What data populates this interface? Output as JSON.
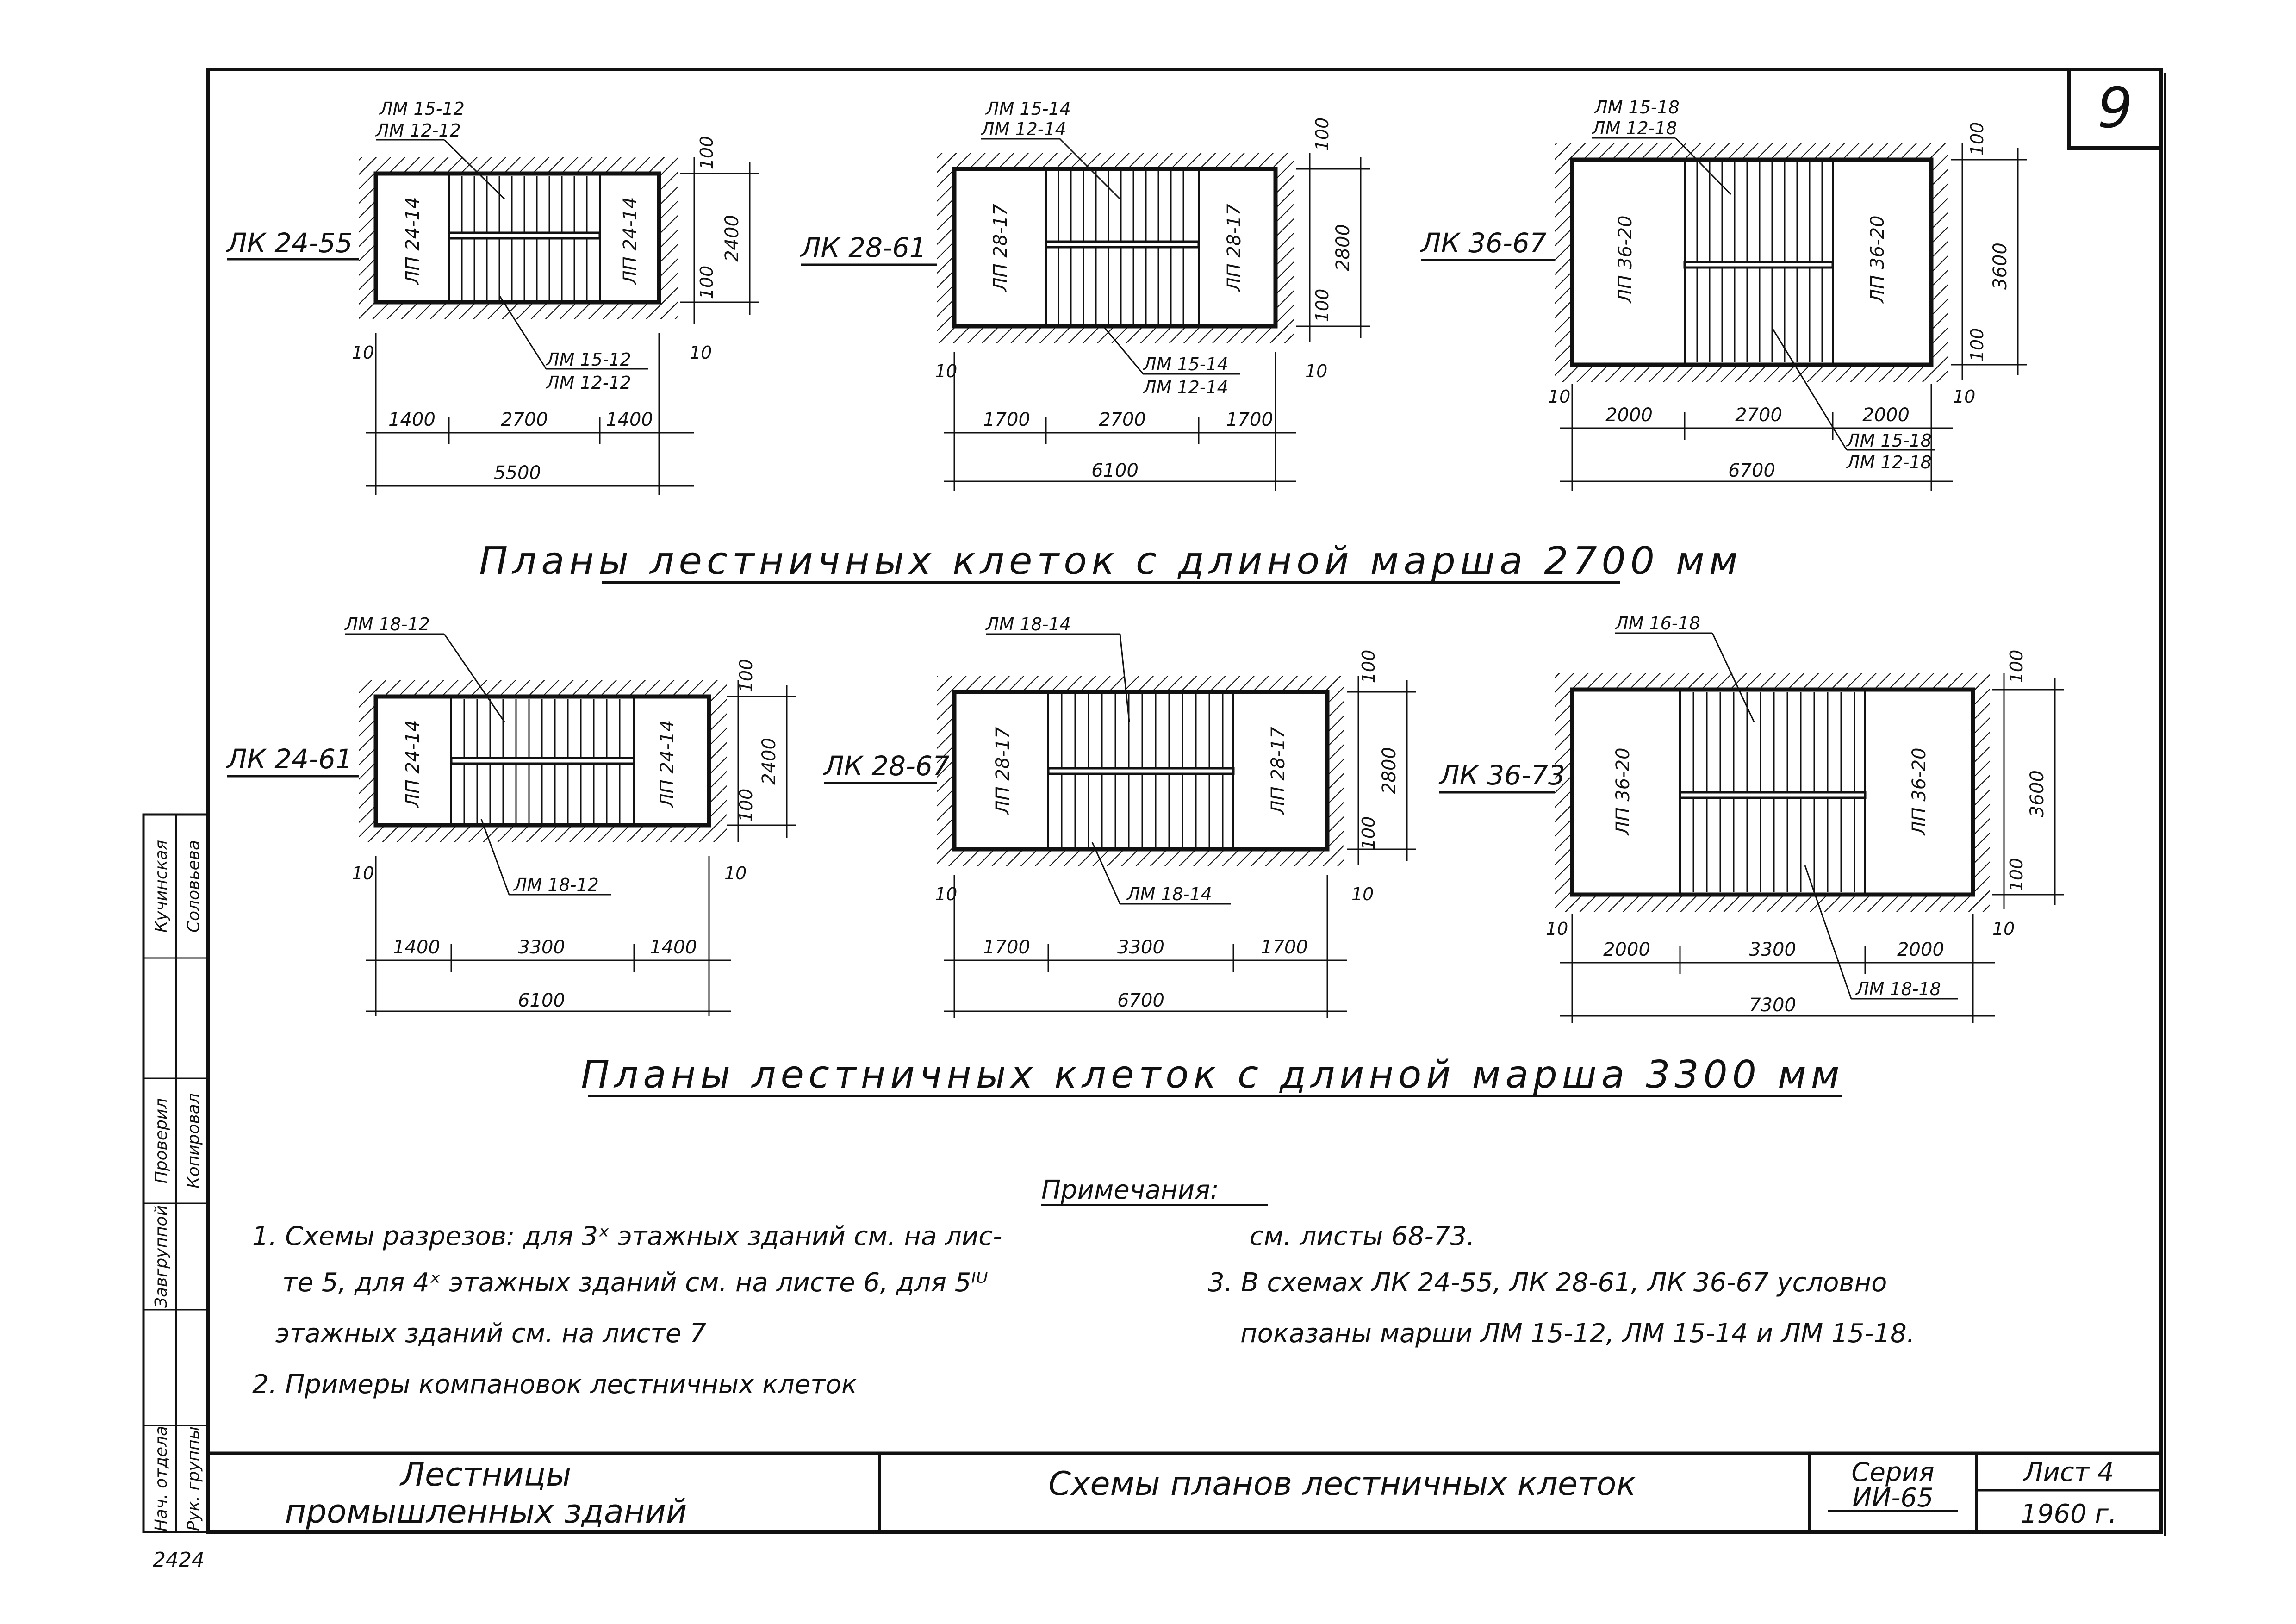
{
  "sheet_number": "9",
  "row1": {
    "title": "Планы лестничных клеток с длиной марша 2700 мм",
    "plans": [
      {
        "name": "ЛК 24-55",
        "top_marsh": [
          "ЛМ 15-12",
          "ЛМ 12-12"
        ],
        "bottom_marsh": [
          "ЛМ 15-12",
          "ЛМ 12-12"
        ],
        "landing_left": "ЛП 24-14",
        "landing_right": "ЛП 24-14",
        "height": "2400",
        "offset_top": "100",
        "offset_bottom": "100",
        "offset_left": "10",
        "offset_right": "10",
        "segments": [
          "1400",
          "2700",
          "1400"
        ],
        "total": "5500"
      },
      {
        "name": "ЛК 28-61",
        "top_marsh": [
          "ЛМ 15-14",
          "ЛМ 12-14"
        ],
        "bottom_marsh": [
          "ЛМ 15-14",
          "ЛМ 12-14"
        ],
        "landing_left": "ЛП 28-17",
        "landing_right": "ЛП 28-17",
        "height": "2800",
        "offset_top": "100",
        "offset_bottom": "100",
        "offset_left": "10",
        "offset_right": "10",
        "segments": [
          "1700",
          "2700",
          "1700"
        ],
        "total": "6100"
      },
      {
        "name": "ЛК 36-67",
        "top_marsh": [
          "ЛМ 15-18",
          "ЛМ 12-18"
        ],
        "bottom_marsh": [
          "ЛМ 15-18",
          "ЛМ 12-18"
        ],
        "landing_left": "ЛП 36-20",
        "landing_right": "ЛП 36-20",
        "height": "3600",
        "offset_top": "100",
        "offset_bottom": "100",
        "offset_left": "10",
        "offset_right": "10",
        "segments": [
          "2000",
          "2700",
          "2000"
        ],
        "total": "6700"
      }
    ]
  },
  "row2": {
    "title": "Планы лестничных клеток с длиной марша 3300 мм",
    "plans": [
      {
        "name": "ЛК 24-61",
        "top_marsh": [
          "ЛМ 18-12"
        ],
        "bottom_marsh": [
          "ЛМ 18-12"
        ],
        "landing_left": "ЛП 24-14",
        "landing_right": "ЛП 24-14",
        "height": "2400",
        "offset_top": "100",
        "offset_bottom": "100",
        "offset_left": "10",
        "offset_right": "10",
        "segments": [
          "1400",
          "3300",
          "1400"
        ],
        "total": "6100"
      },
      {
        "name": "ЛК 28-67",
        "top_marsh": [
          "ЛМ 18-14"
        ],
        "bottom_marsh": [
          "ЛМ 18-14"
        ],
        "landing_left": "ЛП 28-17",
        "landing_right": "ЛП 28-17",
        "height": "2800",
        "offset_top": "100",
        "offset_bottom": "100",
        "offset_left": "10",
        "offset_right": "10",
        "segments": [
          "1700",
          "3300",
          "1700"
        ],
        "total": "6700"
      },
      {
        "name": "ЛК 36-73",
        "top_marsh": [
          "ЛМ 16-18"
        ],
        "bottom_marsh": [
          "ЛМ 18-18"
        ],
        "landing_left": "ЛП 36-20",
        "landing_right": "ЛП 36-20",
        "height": "3600",
        "offset_top": "100",
        "offset_bottom": "100",
        "offset_left": "10",
        "offset_right": "10",
        "segments": [
          "2000",
          "3300",
          "2000"
        ],
        "total": "7300"
      }
    ]
  },
  "notes": {
    "heading": "Примечания:",
    "left": [
      "1. Схемы разрезов: для 3ˣ этажных зданий см. на лис-",
      "те 5, для 4ˣ этажных зданий см. на листе 6, для 5ᴵᵁ",
      "этажных зданий см. на листе 7",
      "2. Примеры компановок лестничных клеток"
    ],
    "right": [
      "см. листы 68-73.",
      "3. В схемах ЛК 24-55, ЛК 28-61, ЛК 36-67 условно",
      "показаны марши ЛМ 15-12, ЛМ 15-14 и ЛМ 15-18."
    ]
  },
  "title_block": {
    "object_line1": "Лестницы",
    "object_line2": "промышленных зданий",
    "sheet_title": "Схемы планов лестничных клеток",
    "series_label": "Серия",
    "series_value": "ИИ-65",
    "sheet_label": "Лист 4",
    "year": "1960 г."
  },
  "side_stamp": {
    "roles": [
      "Рук. группы",
      "Нач. отдела",
      "Завгруппой",
      "Проверил",
      "Копировал"
    ],
    "names": [
      "Кучинская",
      "Соловьева"
    ]
  },
  "inventory_no": "2424"
}
